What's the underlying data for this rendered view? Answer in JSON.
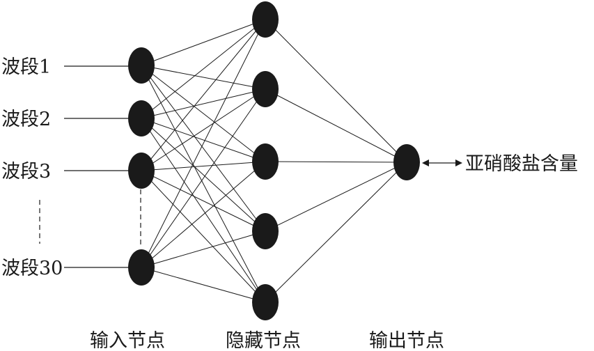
{
  "inputs": {
    "band1": "波段1",
    "band2": "波段2",
    "band3": "波段3",
    "band30": "波段30"
  },
  "output_label": "亚硝酸盐含量",
  "captions": {
    "input": "输入节点",
    "hidden": "隐藏节点",
    "output": "输出节点"
  }
}
